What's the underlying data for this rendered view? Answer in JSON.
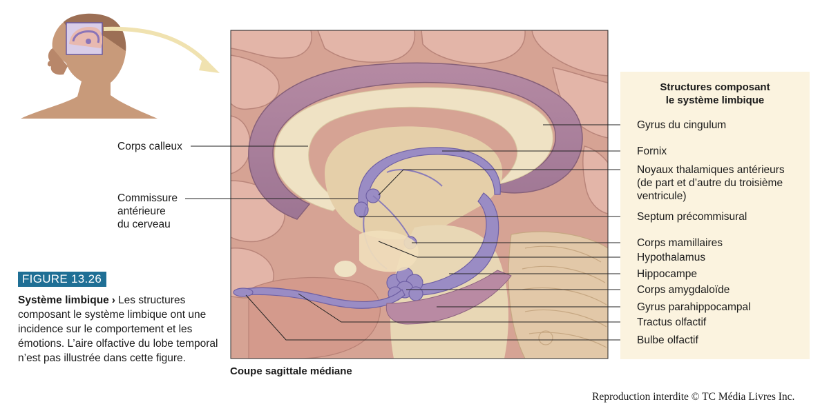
{
  "figure": {
    "badge": "FIGURE 13.26",
    "caption_title": "Système limbique",
    "caption_chevron": "›",
    "caption_text": "Les structures composant le système limbique ont une incidence sur le comportement et les émotions. L’aire olfactive du lobe temporal n’est pas illustrée dans cette figure."
  },
  "diagram": {
    "section_label": "Coupe sagittale médiane",
    "left_labels": {
      "corps_calleux": "Corps calleux",
      "commissure_l1": "Commissure",
      "commissure_l2": "antérieure",
      "commissure_l3": "du cerveau"
    },
    "legend": {
      "title_l1": "Structures composant",
      "title_l2": "le système limbique",
      "gyrus_cingulum": "Gyrus du cingulum",
      "fornix": "Fornix",
      "noyaux_l1": "Noyaux thalamiques antérieurs",
      "noyaux_l2": "(de part et d’autre du troisième",
      "noyaux_l3": "ventricule)",
      "septum": "Septum précommisural",
      "corps_mamillaires": "Corps mamillaires",
      "hypothalamus": "Hypothalamus",
      "hippocampe": "Hippocampe",
      "corps_amygdaloide": "Corps amygdaloïde",
      "gyrus_parahippocampal": "Gyrus parahippocampal",
      "tractus_olfactif": "Tractus olfactif",
      "bulbe_olfactif": "Bulbe olfactif"
    }
  },
  "copyright": "Reproduction interdite © TC Média Livres Inc.",
  "colors": {
    "badge": "#1f6f95",
    "legend_bg": "#fbf3df",
    "limbic": "#9a8cc4",
    "brain_tissue": "#d9a79a",
    "white_matter": "#efe2c4"
  }
}
